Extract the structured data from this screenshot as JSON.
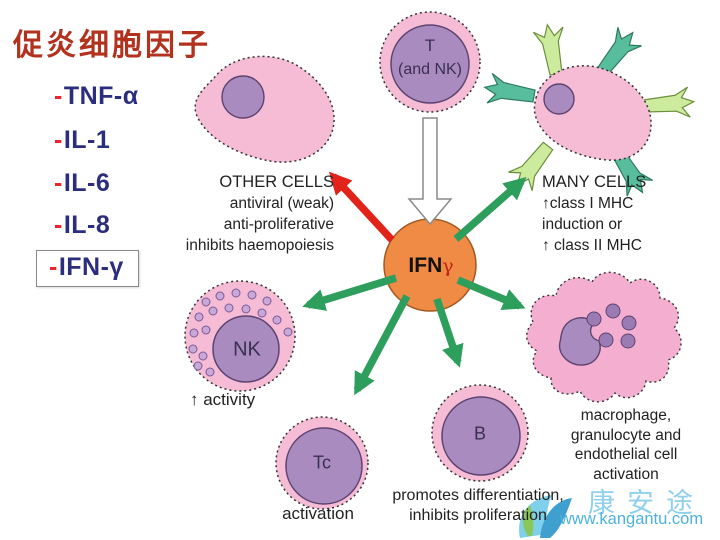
{
  "title": "促炎细胞因子",
  "cytokine_list": [
    {
      "dash": "-",
      "label": "TNF-α"
    },
    {
      "dash": "-",
      "label": "IL-1"
    },
    {
      "dash": "-",
      "label": "IL-6"
    },
    {
      "dash": "-",
      "label": "IL-8"
    },
    {
      "dash": "-",
      "label": "IFN-γ"
    }
  ],
  "diagram": {
    "center": {
      "main": "IFN",
      "gamma": "γ"
    },
    "t_cell": {
      "line1": "T",
      "line2": "(and NK)"
    },
    "other_cells": {
      "title": "OTHER CELLS",
      "line1": "antiviral (weak)",
      "line2": "anti-proliferative",
      "line3": "inhibits haemopoiesis"
    },
    "many_cells": {
      "title": "MANY CELLS",
      "line1": "↑class I MHC",
      "line2": "induction or",
      "line3": "↑ class II MHC"
    },
    "nk_cell": {
      "label": "NK",
      "caption": "↑ activity"
    },
    "tc_cell": {
      "label": "Tc",
      "caption": "activation"
    },
    "b_cell": {
      "label": "B",
      "caption_line1": "promotes differentiation,",
      "caption_line2": "inhibits proliferation"
    },
    "macrophage": {
      "line1": "macrophage,",
      "line2": "granulocyte and",
      "line3": "endothelial cell",
      "line4": "activation"
    }
  },
  "watermark": {
    "brand": "康安途",
    "url": "www.kangantu.com"
  },
  "colors": {
    "title_red": "#b2321e",
    "list_blue": "#2b2e7e",
    "dash_red": "#e8252c",
    "center_orange": "#ef8b45",
    "arrow_green": "#2e9e5c",
    "arrow_red": "#e2231a",
    "cell_pink": "#f6bcd6",
    "nucleus_purple": "#a98bc0",
    "watermark_blue": "#8fd0ec"
  }
}
